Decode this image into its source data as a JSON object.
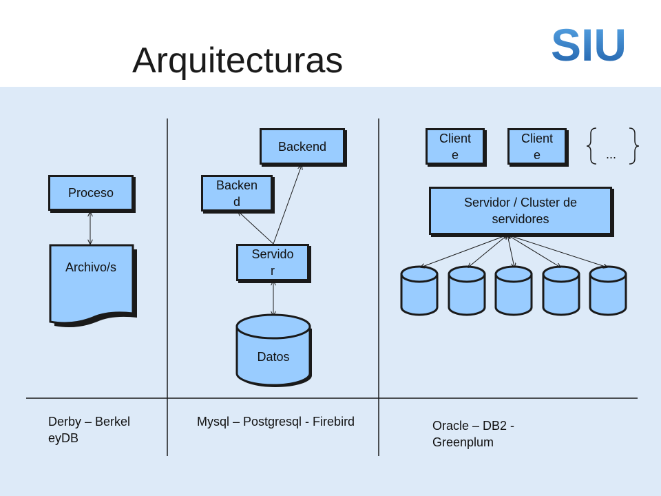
{
  "header": {
    "title": "Arquitecturas",
    "logo_text": "SIU"
  },
  "col1": {
    "proceso": "Proceso",
    "archivo": "Archivo/s",
    "caption": "Derby – BerkeleyDB"
  },
  "col2": {
    "backend_top": "Backend",
    "backend_left": "Backend",
    "servidor": "Servidor",
    "datos": "Datos",
    "caption": "Mysql – Postgresql - Firebird"
  },
  "col3": {
    "cliente1": "Cliente",
    "cliente2": "Cliente",
    "more": "...",
    "servidor": "Servidor / Cluster de servidores",
    "caption": "Oracle – DB2 - Greenplum"
  },
  "colors": {
    "fill": "#99ccff",
    "background": "#ddeaf8",
    "logo": "#1f6fbf"
  }
}
